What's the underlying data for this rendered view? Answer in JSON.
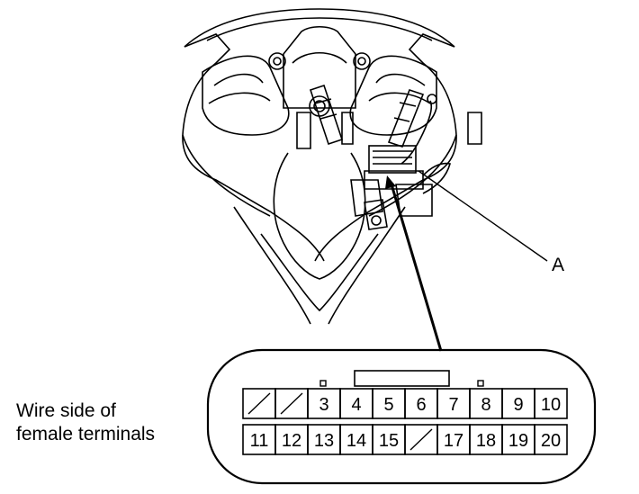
{
  "callout_label": "A",
  "caption": {
    "line1": "Wire side of",
    "line2": "female terminals"
  },
  "connector": {
    "top_row": [
      "",
      "",
      "3",
      "4",
      "5",
      "6",
      "7",
      "8",
      "9",
      "10"
    ],
    "bottom_row": [
      "11",
      "12",
      "13",
      "14",
      "15",
      "",
      "17",
      "18",
      "19",
      "20"
    ],
    "blank_terminals": [
      1,
      2,
      16
    ]
  }
}
